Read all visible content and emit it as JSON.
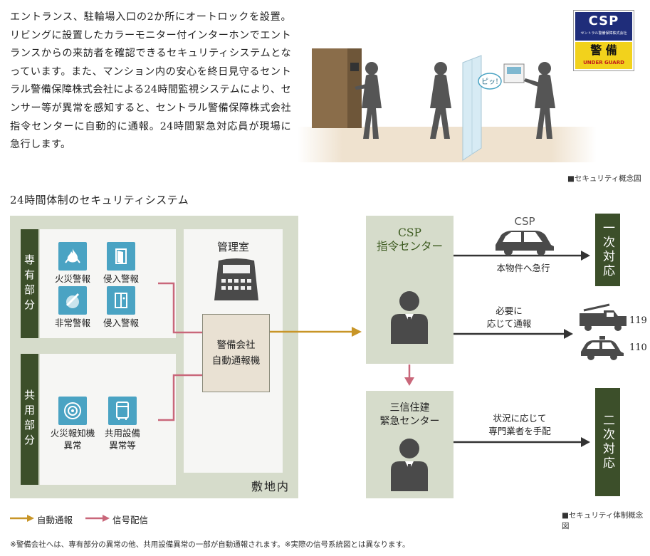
{
  "intro": {
    "text": "エントランス、駐輪場入口の2か所にオートロックを設置。リビングに設置したカラーモニター付インターホンでエントランスからの来訪者を確認できるセキュリティシステムとなっています。また、マンション内の安心を終日見守るセントラル警備保障株式会社による24時間監視システムにより、センサー等が異常を感知すると、セントラル警備保障株式会社指令センターに自動的に通報。24時間緊急対応員が現場に急行します。"
  },
  "illustration": {
    "balloon": "ピッ!",
    "caption": "■セキュリティ概念図"
  },
  "logo": {
    "mark": "CSP",
    "subtext": "セントラル警備保障株式会社",
    "kanji": "警 備",
    "english": "UNDER GUARD"
  },
  "diagram": {
    "title": "24時間体制のセキュリティシステム",
    "private_label": "専有部分",
    "common_label": "共用部分",
    "private_items": [
      "火災警報",
      "侵入警報",
      "非常警報",
      "侵入警報"
    ],
    "common_items": [
      "火災報知機\n異常",
      "共用設備\n異常等"
    ],
    "mgmt_room": "管理室",
    "auto_device": "警備会社\n自動通報機",
    "premises": "敷地内",
    "csp_center": "CSP\n指令センター",
    "sanshin_center": "三信住建\n緊急センター",
    "csp_car_label": "CSP",
    "rush_label": "本物件へ急行",
    "report_label": "必要に\n応じて通報",
    "dispatch_label": "状況に応じて\n専門業者を手配",
    "num_119": "119",
    "num_110": "110",
    "first_response": "一次対応",
    "second_response": "二次対応",
    "legend_auto": "自動通報",
    "legend_signal": "信号配信",
    "caption": "■セキュリティ体制概念図",
    "note": "※警備会社へは、専有部分の異常の他、共用設備異常の一部が自動通報されます。※実際の信号系統図とは異なります。"
  },
  "colors": {
    "auto_arrow": "#c89527",
    "signal_line": "#c9677a",
    "dark_green": "#3c4f2a",
    "panel_green": "#d6dccb",
    "icon_blue": "#4aa3c3"
  }
}
